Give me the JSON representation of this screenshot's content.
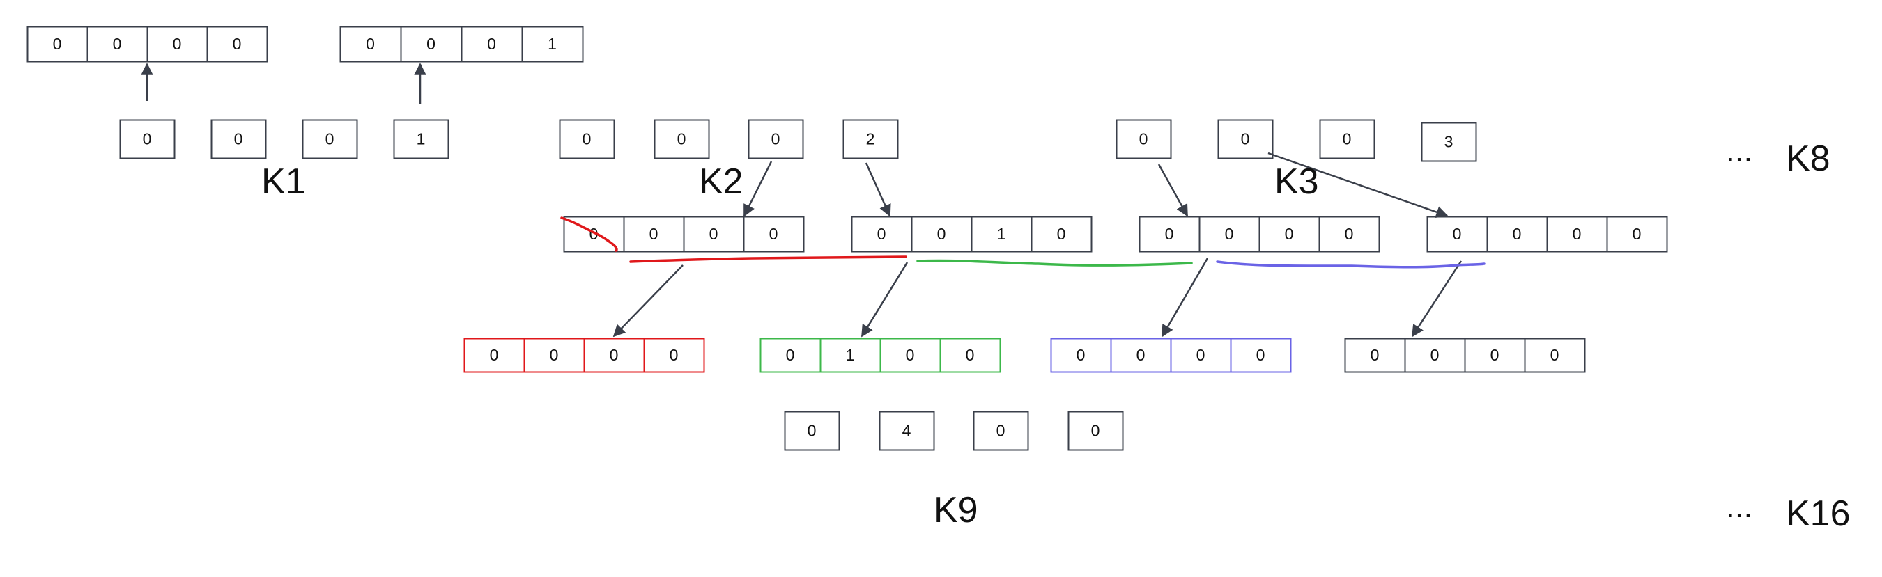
{
  "colors": {
    "box_stroke": "#3a3f4a",
    "arrow": "#3a3f4a",
    "red": "#e0181b",
    "green": "#3cb84a",
    "blue": "#6a63e6"
  },
  "rows": {
    "top_left": [
      "0",
      "0",
      "0",
      "0"
    ],
    "top_right": [
      "0",
      "0",
      "0",
      "1"
    ],
    "k1_singles": [
      "0",
      "0",
      "0",
      "1"
    ],
    "k2_singles": [
      "0",
      "0",
      "0",
      "2"
    ],
    "k3_singles": [
      "0",
      "0",
      "0",
      "3"
    ],
    "mid_1": [
      "0",
      "0",
      "0",
      "0"
    ],
    "mid_2": [
      "0",
      "0",
      "1",
      "0"
    ],
    "mid_3": [
      "0",
      "0",
      "0",
      "0"
    ],
    "mid_4": [
      "0",
      "0",
      "0",
      "0"
    ],
    "bottom_red": [
      "0",
      "0",
      "0",
      "0"
    ],
    "bottom_green": [
      "0",
      "1",
      "0",
      "0"
    ],
    "bottom_blue": [
      "0",
      "0",
      "0",
      "0"
    ],
    "bottom_black": [
      "0",
      "0",
      "0",
      "0"
    ],
    "k9_singles": [
      "0",
      "4",
      "0",
      "0"
    ]
  },
  "labels": {
    "k1": "K1",
    "k2": "K2",
    "k3": "K3",
    "k8": "K8",
    "k9": "K9",
    "k16": "K16",
    "ellipsis": "..."
  }
}
